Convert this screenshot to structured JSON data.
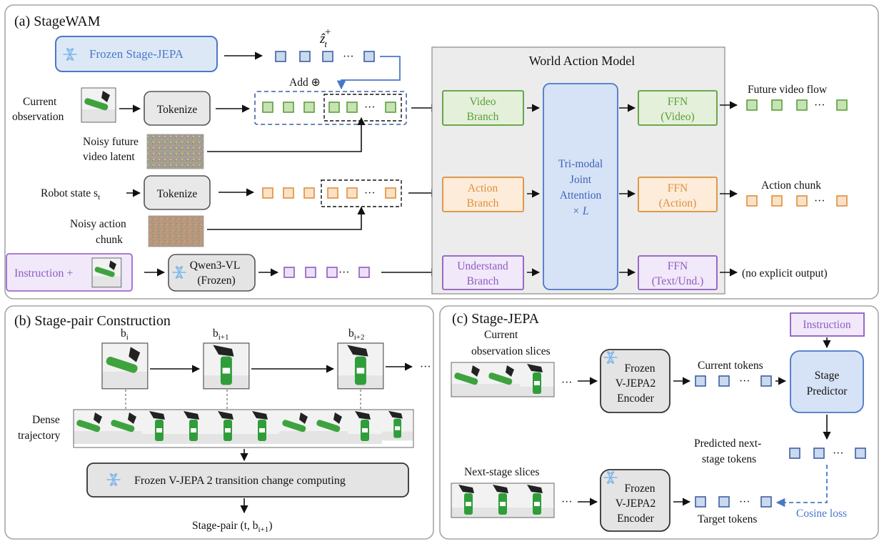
{
  "panel_a": {
    "title": "(a) StageWAM",
    "frozen_stage_jepa": "Frozen Stage-JEPA",
    "z_symbol": "ẑ",
    "z_sub": "t",
    "z_sup": "+",
    "add": "Add ⊕",
    "current_obs_1": "Current",
    "current_obs_2": "observation",
    "tokenize": "Tokenize",
    "noisy_video_1": "Noisy future",
    "noisy_video_2": "video latent",
    "robot_state": "Robot state s",
    "robot_state_sub": "t",
    "noisy_action_1": "Noisy action",
    "noisy_action_2": "chunk",
    "instruction": "Instruction +",
    "qwen_1": "Qwen3-VL",
    "qwen_2": "(Frozen)",
    "wam_title": "World Action Model",
    "video_branch_1": "Video",
    "video_branch_2": "Branch",
    "action_branch_1": "Action",
    "action_branch_2": "Branch",
    "understand_branch_1": "Understand",
    "understand_branch_2": "Branch",
    "trimodal_1": "Tri-modal",
    "trimodal_2": "Joint",
    "trimodal_3": "Attention",
    "trimodal_4": "× L",
    "ffn_video_1": "FFN",
    "ffn_video_2": "(Video)",
    "ffn_action_1": "FFN",
    "ffn_action_2": "(Action)",
    "ffn_text_1": "FFN",
    "ffn_text_2": "(Text/Und.)",
    "future_video_flow": "Future video flow",
    "action_chunk": "Action chunk",
    "no_output": "(no explicit output)",
    "ellipsis": "···"
  },
  "panel_b": {
    "title": "(b) Stage-pair Construction",
    "b_i": "b",
    "b_i_sub": "i",
    "b_i1_sub": "i+1",
    "b_i2_sub": "i+2",
    "dense_1": "Dense",
    "dense_2": "trajectory",
    "frozen_vjepa": "Frozen V-JEPA 2 transition change computing",
    "stage_pair": "Stage-pair (t, b",
    "stage_pair_sub": "i+1",
    "stage_pair_end": ")",
    "ellipsis": "···"
  },
  "panel_c": {
    "title": "(c) Stage-JEPA",
    "current_slices_1": "Current",
    "current_slices_2": "observation slices",
    "next_slices": "Next-stage slices",
    "encoder_1": "Frozen",
    "encoder_2": "V-JEPA2",
    "encoder_3": "Encoder",
    "current_tokens": "Current tokens",
    "instruction": "Instruction",
    "predictor_1": "Stage",
    "predictor_2": "Predictor",
    "predicted_1": "Predicted next-",
    "predicted_2": "stage tokens",
    "target_tokens": "Target tokens",
    "cosine_loss": "Cosine loss",
    "ellipsis": "···"
  },
  "colors": {
    "blue_text": "#4a78c8",
    "green": "#5b9e3a",
    "orange": "#dd8f3d",
    "purple": "#8e5cbf",
    "panel_border": "#a6a6a6"
  }
}
